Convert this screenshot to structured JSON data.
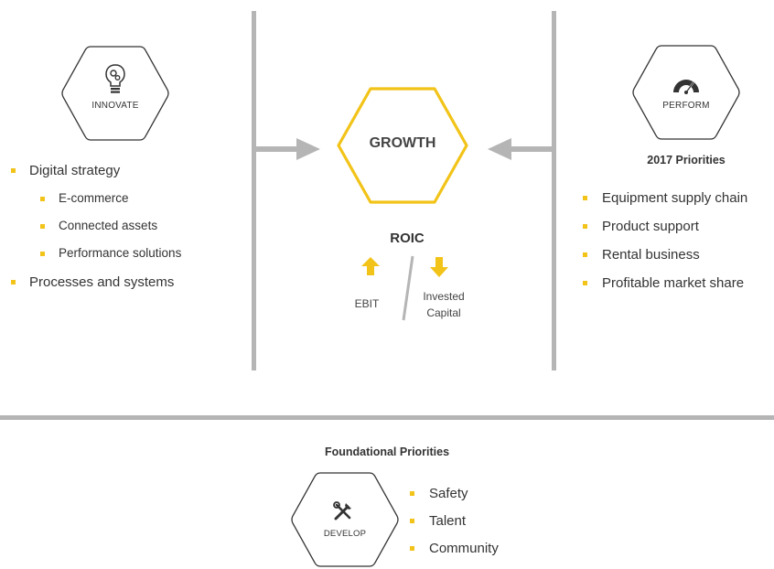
{
  "colors": {
    "accent": "#f2c318",
    "divider": "#b5b5b5",
    "text": "#333333"
  },
  "innovate": {
    "label": "INNOVATE",
    "icon": "lightbulb-gear-icon",
    "items": [
      {
        "text": "Digital strategy",
        "level": 1
      },
      {
        "text": "E-commerce",
        "level": 2
      },
      {
        "text": "Connected assets",
        "level": 2
      },
      {
        "text": "Performance solutions",
        "level": 2
      },
      {
        "text": "Processes and systems",
        "level": 1
      }
    ]
  },
  "center": {
    "growth_label": "GROWTH",
    "roic_label": "ROIC",
    "ebit_label": "EBIT",
    "invested_line1": "Invested",
    "invested_line2": "Capital"
  },
  "perform": {
    "label": "PERFORM",
    "icon": "speedometer-icon",
    "heading": "2017 Priorities",
    "items": [
      "Equipment supply chain",
      "Product support",
      "Rental business",
      "Profitable market share"
    ]
  },
  "develop": {
    "heading": "Foundational Priorities",
    "label": "DEVELOP",
    "icon": "tools-icon",
    "items": [
      "Safety",
      "Talent",
      "Community"
    ]
  }
}
